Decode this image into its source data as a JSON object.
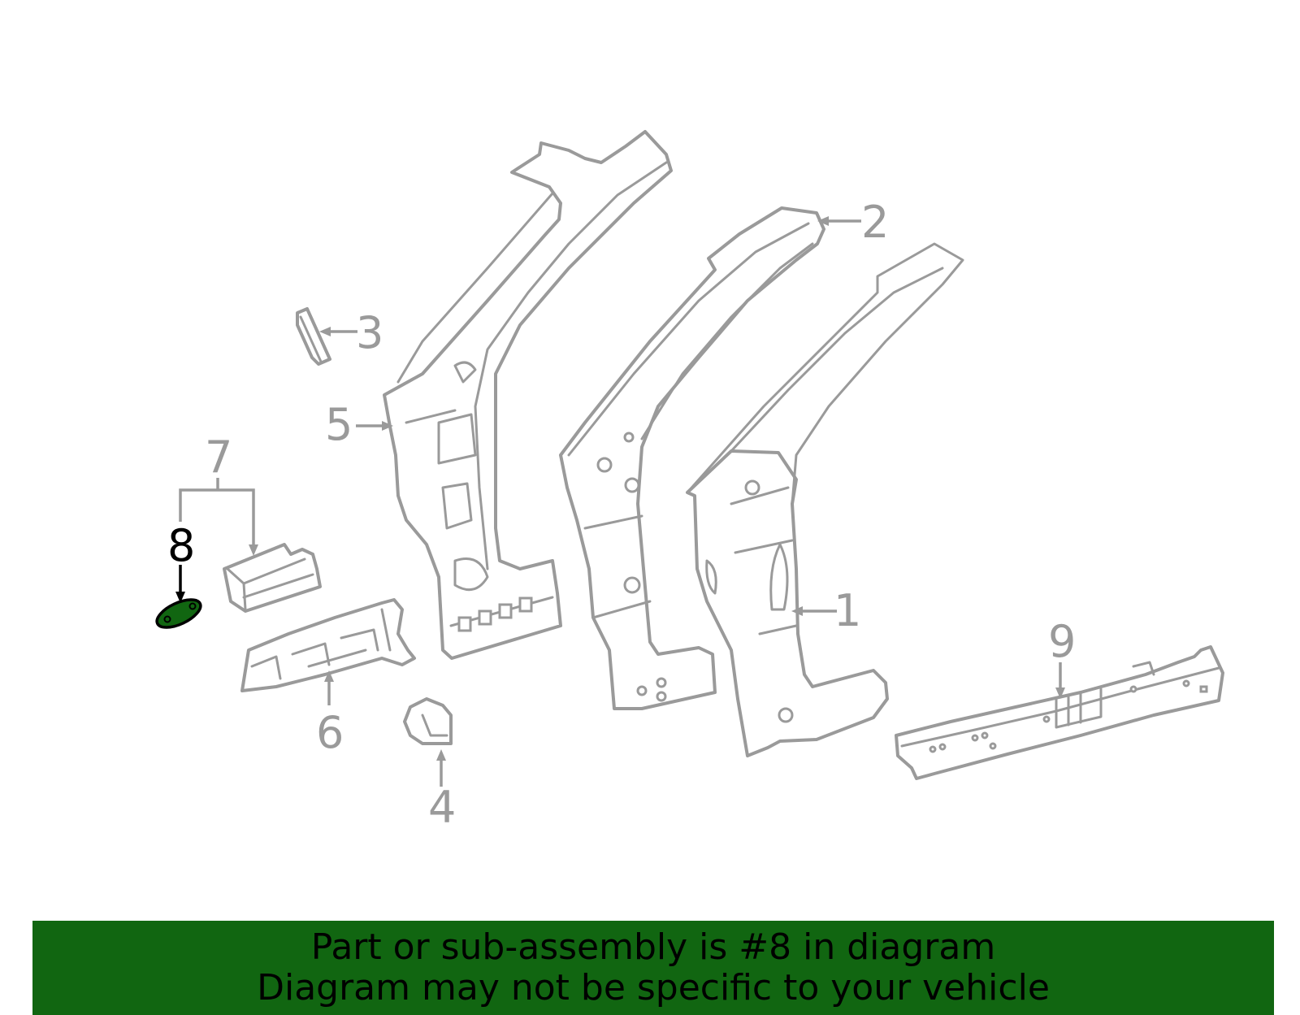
{
  "diagram": {
    "callouts": [
      "1",
      "2",
      "3",
      "4",
      "5",
      "6",
      "7",
      "8",
      "9"
    ],
    "highlighted_callout": "8",
    "highlight_color": "#116611",
    "part_color": "#9a9a9a"
  },
  "banner": {
    "line1": "Part or sub-assembly is #8 in diagram",
    "line2": "Diagram may not be specific to your vehicle",
    "background": "#116611"
  }
}
